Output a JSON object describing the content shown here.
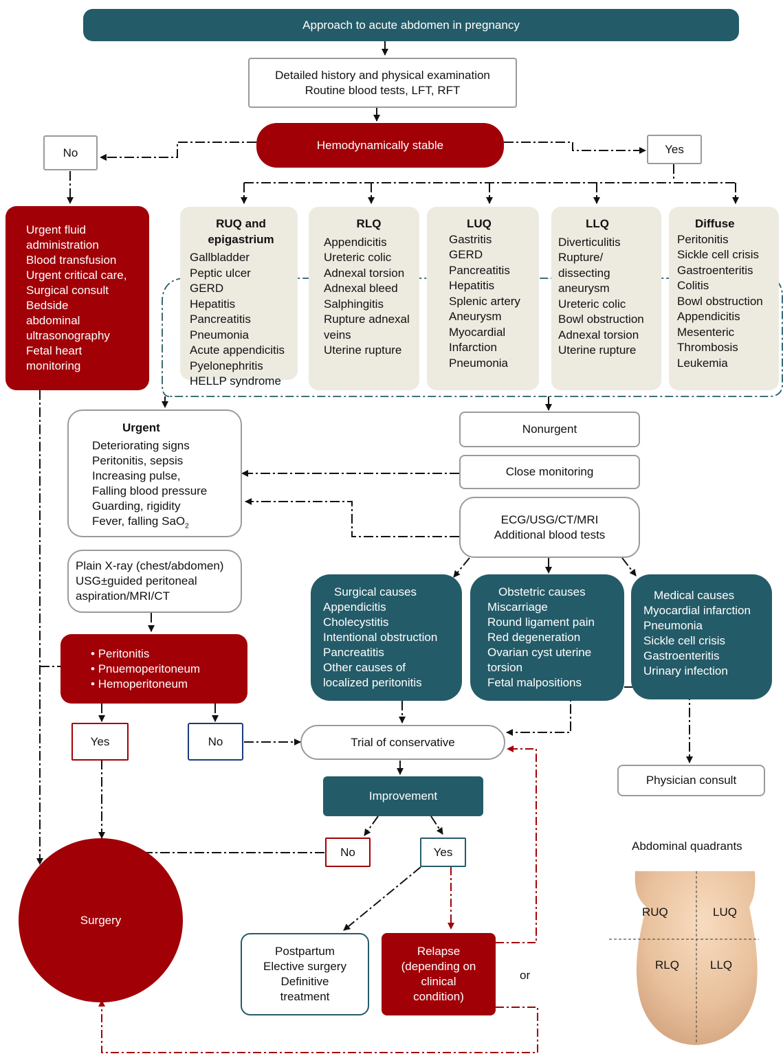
{
  "title": "Approach to acute abdomen in pregnancy",
  "history": [
    "Detailed history and physical examination",
    "Routine blood tests, LFT, RFT"
  ],
  "hemo": "Hemodynamically stable",
  "no": "No",
  "yes": "Yes",
  "unstable_list": [
    "Urgent fluid",
    "administration",
    "Blood transfusion",
    "Urgent critical care,",
    "Surgical consult",
    "Bedside",
    "abdominal",
    "ultrasonography",
    "Fetal heart",
    "monitoring"
  ],
  "quadrants": [
    {
      "heading": "RUQ and epigastrium",
      "items": [
        "Gallbladder",
        "Peptic ulcer",
        "GERD",
        "Hepatitis",
        "Pancreatitis",
        "Pneumonia",
        "Acute appendicitis",
        "Pyelonephritis",
        "HELLP syndrome"
      ]
    },
    {
      "heading": "RLQ",
      "items": [
        "Appendicitis",
        "Ureteric colic",
        "Adnexal torsion",
        "Adnexal bleed",
        "Salphingitis",
        "Rupture adnexal",
        "veins",
        "Uterine rupture"
      ]
    },
    {
      "heading": "LUQ",
      "items": [
        "Gastritis",
        "GERD",
        "Pancreatitis",
        "Hepatitis",
        "Splenic artery",
        "Aneurysm",
        "Myocardial",
        "Infarction",
        "Pneumonia"
      ]
    },
    {
      "heading": "LLQ",
      "items": [
        "Diverticulitis",
        "Rupture/",
        "dissecting",
        "aneurysm",
        "Ureteric colic",
        "Bowl obstruction",
        "Adnexal torsion",
        "Uterine rupture"
      ]
    },
    {
      "heading": "Diffuse",
      "items": [
        "Peritonitis",
        "Sickle cell crisis",
        "Gastroenteritis",
        "Colitis",
        "Bowl obstruction",
        "Appendicitis",
        "Mesenteric",
        "Thrombosis",
        "Leukemia"
      ]
    }
  ],
  "urgent": {
    "heading": "Urgent",
    "items": [
      "Deteriorating signs",
      "Peritonitis, sepsis",
      "Increasing pulse,",
      "Falling blood pressure",
      "Guarding, rigidity"
    ],
    "last_prefix": "Fever, falling SaO",
    "last_sub": "2"
  },
  "nonurgent": "Nonurgent",
  "close_monitoring": "Close monitoring",
  "ecg": [
    "ECG/USG/CT/MRI",
    "Additional blood tests"
  ],
  "xray": [
    "Plain X-ray (chest/abdomen)",
    "USG±guided peritoneal",
    "aspiration/MRI/CT"
  ],
  "peritonitis": [
    "Peritonitis",
    "Pnuemoperitoneum",
    "Hemoperitoneum"
  ],
  "surgical": {
    "heading": "Surgical causes",
    "items": [
      "Appendicitis",
      "Cholecystitis",
      "Intentional obstruction",
      "Pancreatitis",
      "Other causes of",
      "localized peritonitis"
    ]
  },
  "obstetric": {
    "heading": "Obstetric causes",
    "items": [
      "Miscarriage",
      "Round ligament pain",
      "Red degeneration",
      "Ovarian cyst uterine",
      "torsion",
      "Fetal malpositions"
    ]
  },
  "medical": {
    "heading": "Medical causes",
    "items": [
      "Myocardial infarction",
      "Pneumonia",
      "Sickle cell crisis",
      "Gastroenteritis",
      "Urinary infection"
    ]
  },
  "trial": "Trial of conservative",
  "physician": "Physician consult",
  "improvement": "Improvement",
  "surgery": "Surgery",
  "postpartum": [
    "Postpartum",
    "Elective surgery",
    "Definitive",
    "treatment"
  ],
  "relapse": [
    "Relapse",
    "(depending on",
    "clinical",
    "condition)"
  ],
  "or": "or",
  "abdo_title": "Abdominal quadrants",
  "abdo_labels": {
    "ruq": "RUQ",
    "luq": "LUQ",
    "rlq": "RLQ",
    "llq": "LLQ"
  },
  "colors": {
    "teal": "#245b68",
    "red": "#a10007",
    "beige": "#edeae0"
  }
}
